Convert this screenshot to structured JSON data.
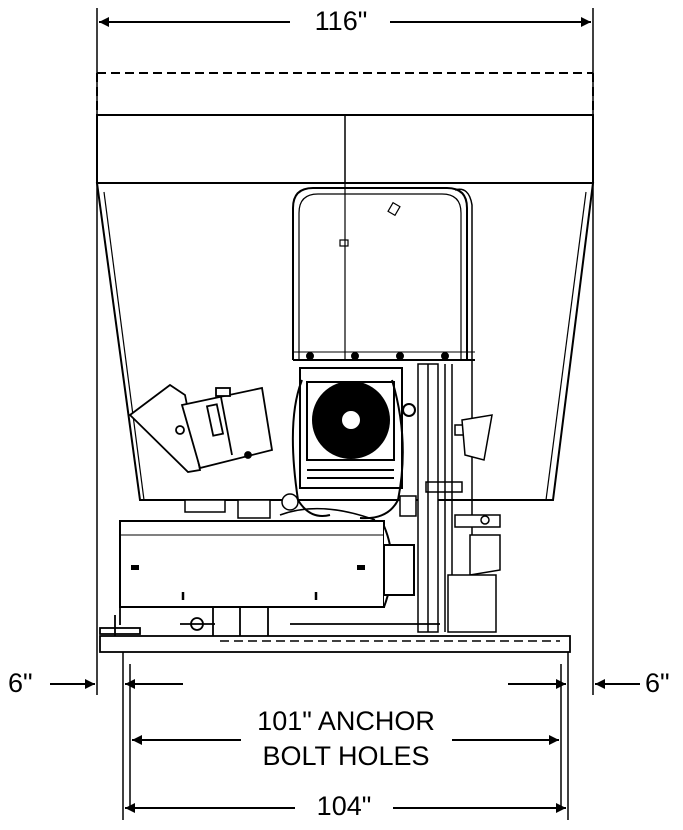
{
  "dimensions": {
    "overall_width": "116\"",
    "left_offset": "6\"",
    "right_offset": "6\"",
    "anchor_line1": "101\" ANCHOR",
    "anchor_line2": "BOLT HOLES",
    "base_width": "104\""
  },
  "colors": {
    "line": "#000000",
    "background": "#ffffff"
  }
}
